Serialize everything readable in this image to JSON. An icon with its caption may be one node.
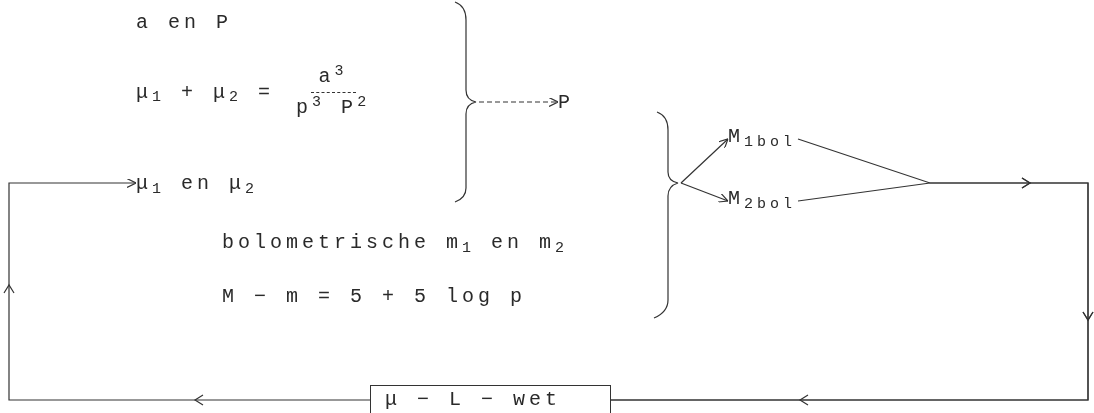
{
  "diagram": {
    "nodes": [
      {
        "text": [
          "a en P"
        ]
      },
      {
        "text": [
          "μ$_{1}$ + μ$_{2}$ =",
          "a$^{3}$",
          "p$^{3}$ P$^{2}$"
        ]
      },
      {
        "text": [
          "μ$_{1}$ en μ$_{2}$"
        ]
      },
      {
        "text": [
          "bolometrische m$_{1}$ en m$_{2}$"
        ]
      },
      {
        "text": [
          "M − m = 5 + 5 log p"
        ]
      },
      {
        "text": [
          "P"
        ]
      },
      {
        "text": [
          "M$_{1}$$_{bol}$"
        ]
      },
      {
        "text": [
          "M$_{2}$$_{bol}$"
        ]
      },
      {
        "text": [
          "μ − L − wet"
        ]
      },
      {
        "text": [],
        "shape": "brace"
      },
      {
        "text": [],
        "shape": "brace"
      }
    ],
    "edges": [
      {
        "from": 9,
        "to": 5,
        "arrow": "to",
        "style": "dashed"
      },
      {
        "from": 10,
        "to": 6,
        "arrow": "to"
      },
      {
        "from": 10,
        "to": 7,
        "arrow": "to"
      },
      {
        "from": 6,
        "to": 8,
        "arrow": "to"
      },
      {
        "from": 7,
        "to": 8,
        "arrow": "to"
      },
      {
        "from": 8,
        "to": 2,
        "arrow": "to"
      }
    ]
  }
}
